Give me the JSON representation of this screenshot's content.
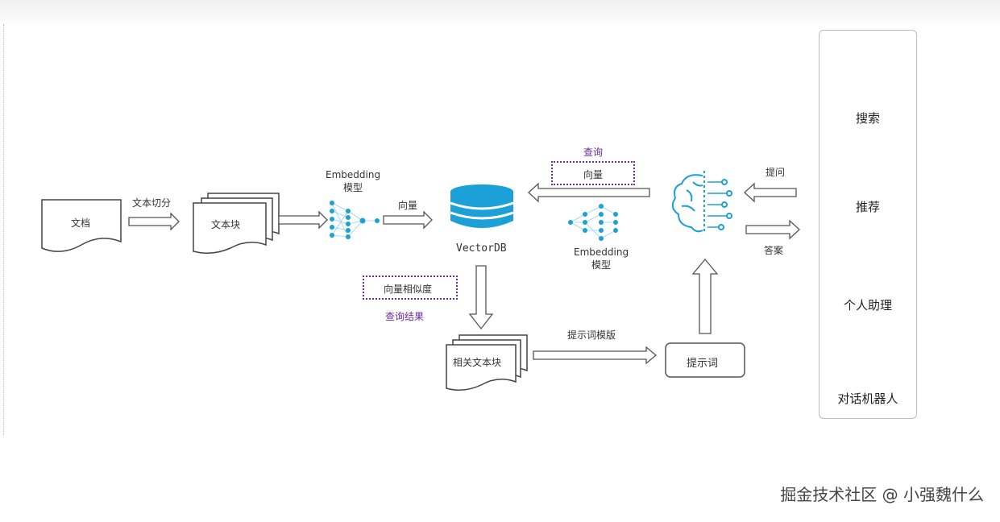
{
  "labels": {
    "doc": "文档",
    "split": "文本切分",
    "chunks": "文本块",
    "embed1": "Embedding\n模型",
    "vector1": "向量",
    "vectordb": "VectorDB",
    "query": "查询",
    "vector2": "向量",
    "embed2": "Embedding\n模型",
    "question": "提问",
    "answer": "答案",
    "similarity": "向量相似度",
    "query_result": "查询结果",
    "related_chunks": "相关文本块",
    "prompt_template": "提示词模版",
    "prompt": "提示词"
  },
  "side": [
    {
      "icon": "search-icon",
      "label": "搜索"
    },
    {
      "icon": "target-icon",
      "label": "推荐"
    },
    {
      "icon": "head-gear-icon",
      "label": "个人助理"
    },
    {
      "icon": "chat-icon",
      "label": "对话机器人"
    }
  ],
  "watermark": "掘金技术社区 @ 小强魏什么",
  "colors": {
    "accent": "#1ba0d8",
    "purple": "#6a2c9e",
    "stroke": "#555555"
  }
}
